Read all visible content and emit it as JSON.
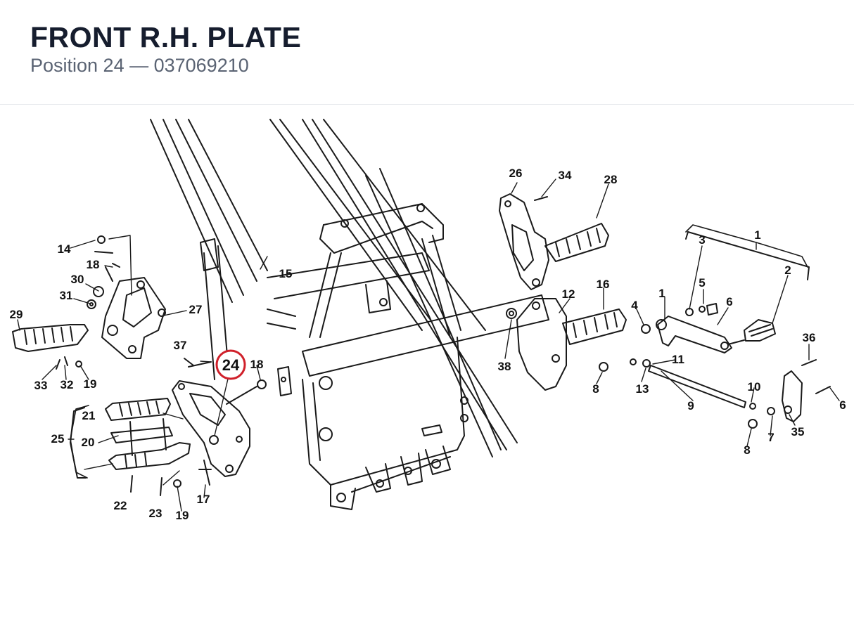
{
  "header": {
    "title": "FRONT R.H. PLATE",
    "subtitle": "Position 24 — 037069210"
  },
  "highlight": {
    "label": "24",
    "color": "#d0202a"
  },
  "callouts": {
    "c1a": "1",
    "c1b": "1",
    "c2": "2",
    "c3": "3",
    "c4": "4",
    "c5": "5",
    "c6a": "6",
    "c6b": "6",
    "c7": "7",
    "c8a": "8",
    "c8b": "8",
    "c9": "9",
    "c10": "10",
    "c11": "11",
    "c12": "12",
    "c13": "13",
    "c14": "14",
    "c15": "15",
    "c16": "16",
    "c17": "17",
    "c18a": "18",
    "c18b": "18",
    "c19a": "19",
    "c19b": "19",
    "c20": "20",
    "c21": "21",
    "c22": "22",
    "c23": "23",
    "c25": "25",
    "c26": "26",
    "c27": "27",
    "c28": "28",
    "c29": "29",
    "c30": "30",
    "c31": "31",
    "c32": "32",
    "c33": "33",
    "c34": "34",
    "c35": "35",
    "c36": "36",
    "c37": "37",
    "c38": "38"
  }
}
